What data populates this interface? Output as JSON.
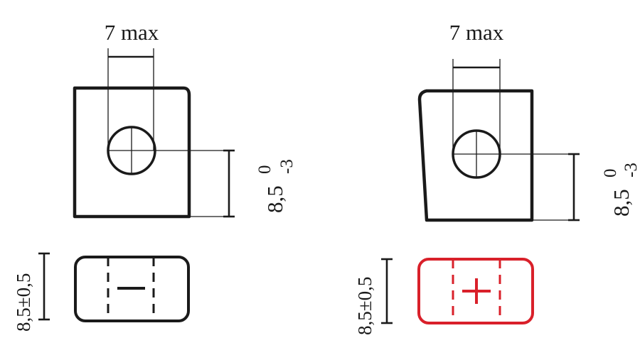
{
  "terminal_negative": {
    "width_label": "7 max",
    "height_nominal": "8,5",
    "height_upper_tol": "0",
    "height_lower_tol": "-3",
    "thickness_label": "8,5±0,5",
    "polarity_symbol": "minus-icon",
    "color": "#1a1a1a"
  },
  "terminal_positive": {
    "width_label": "7 max",
    "height_nominal": "8,5",
    "height_upper_tol": "0",
    "height_lower_tol": "-3",
    "thickness_label": "8,5±0,5",
    "polarity_symbol": "plus-icon",
    "color": "#d9202a"
  }
}
